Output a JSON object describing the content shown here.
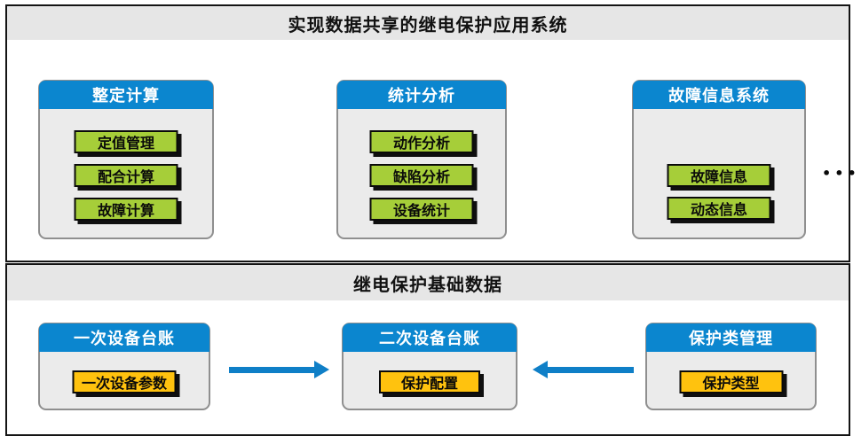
{
  "colors": {
    "strip_gray": "#e6e6e6",
    "panel_body_gray": "#ebebeb",
    "panel_border_gray": "#8f8f8f",
    "header_blue": "#0b86cf",
    "button_green": "#a6ce39",
    "button_yellow": "#ffc20e",
    "arrow_blue": "#0f7fc7",
    "outline_black": "#141414"
  },
  "top_section": {
    "title": "实现数据共享的继电保护应用系统",
    "panels": [
      {
        "title": "整定计算",
        "buttons": [
          "定值管理",
          "配合计算",
          "故障计算"
        ]
      },
      {
        "title": "统计分析",
        "buttons": [
          "动作分析",
          "缺陷分析",
          "设备统计"
        ]
      },
      {
        "title": "故障信息系统",
        "buttons": [
          "故障信息",
          "动态信息"
        ]
      }
    ],
    "ellipsis": "•••"
  },
  "bottom_section": {
    "title": "继电保护基础数据",
    "panels": [
      {
        "title": "一次设备台账",
        "buttons": [
          "一次设备参数"
        ]
      },
      {
        "title": "二次设备台账",
        "buttons": [
          "保护配置"
        ]
      },
      {
        "title": "保护类管理",
        "buttons": [
          "保护类型"
        ]
      }
    ],
    "arrows": [
      {
        "name": "primary-to-secondary",
        "direction": "right"
      },
      {
        "name": "protection-to-secondary",
        "direction": "left"
      }
    ]
  }
}
